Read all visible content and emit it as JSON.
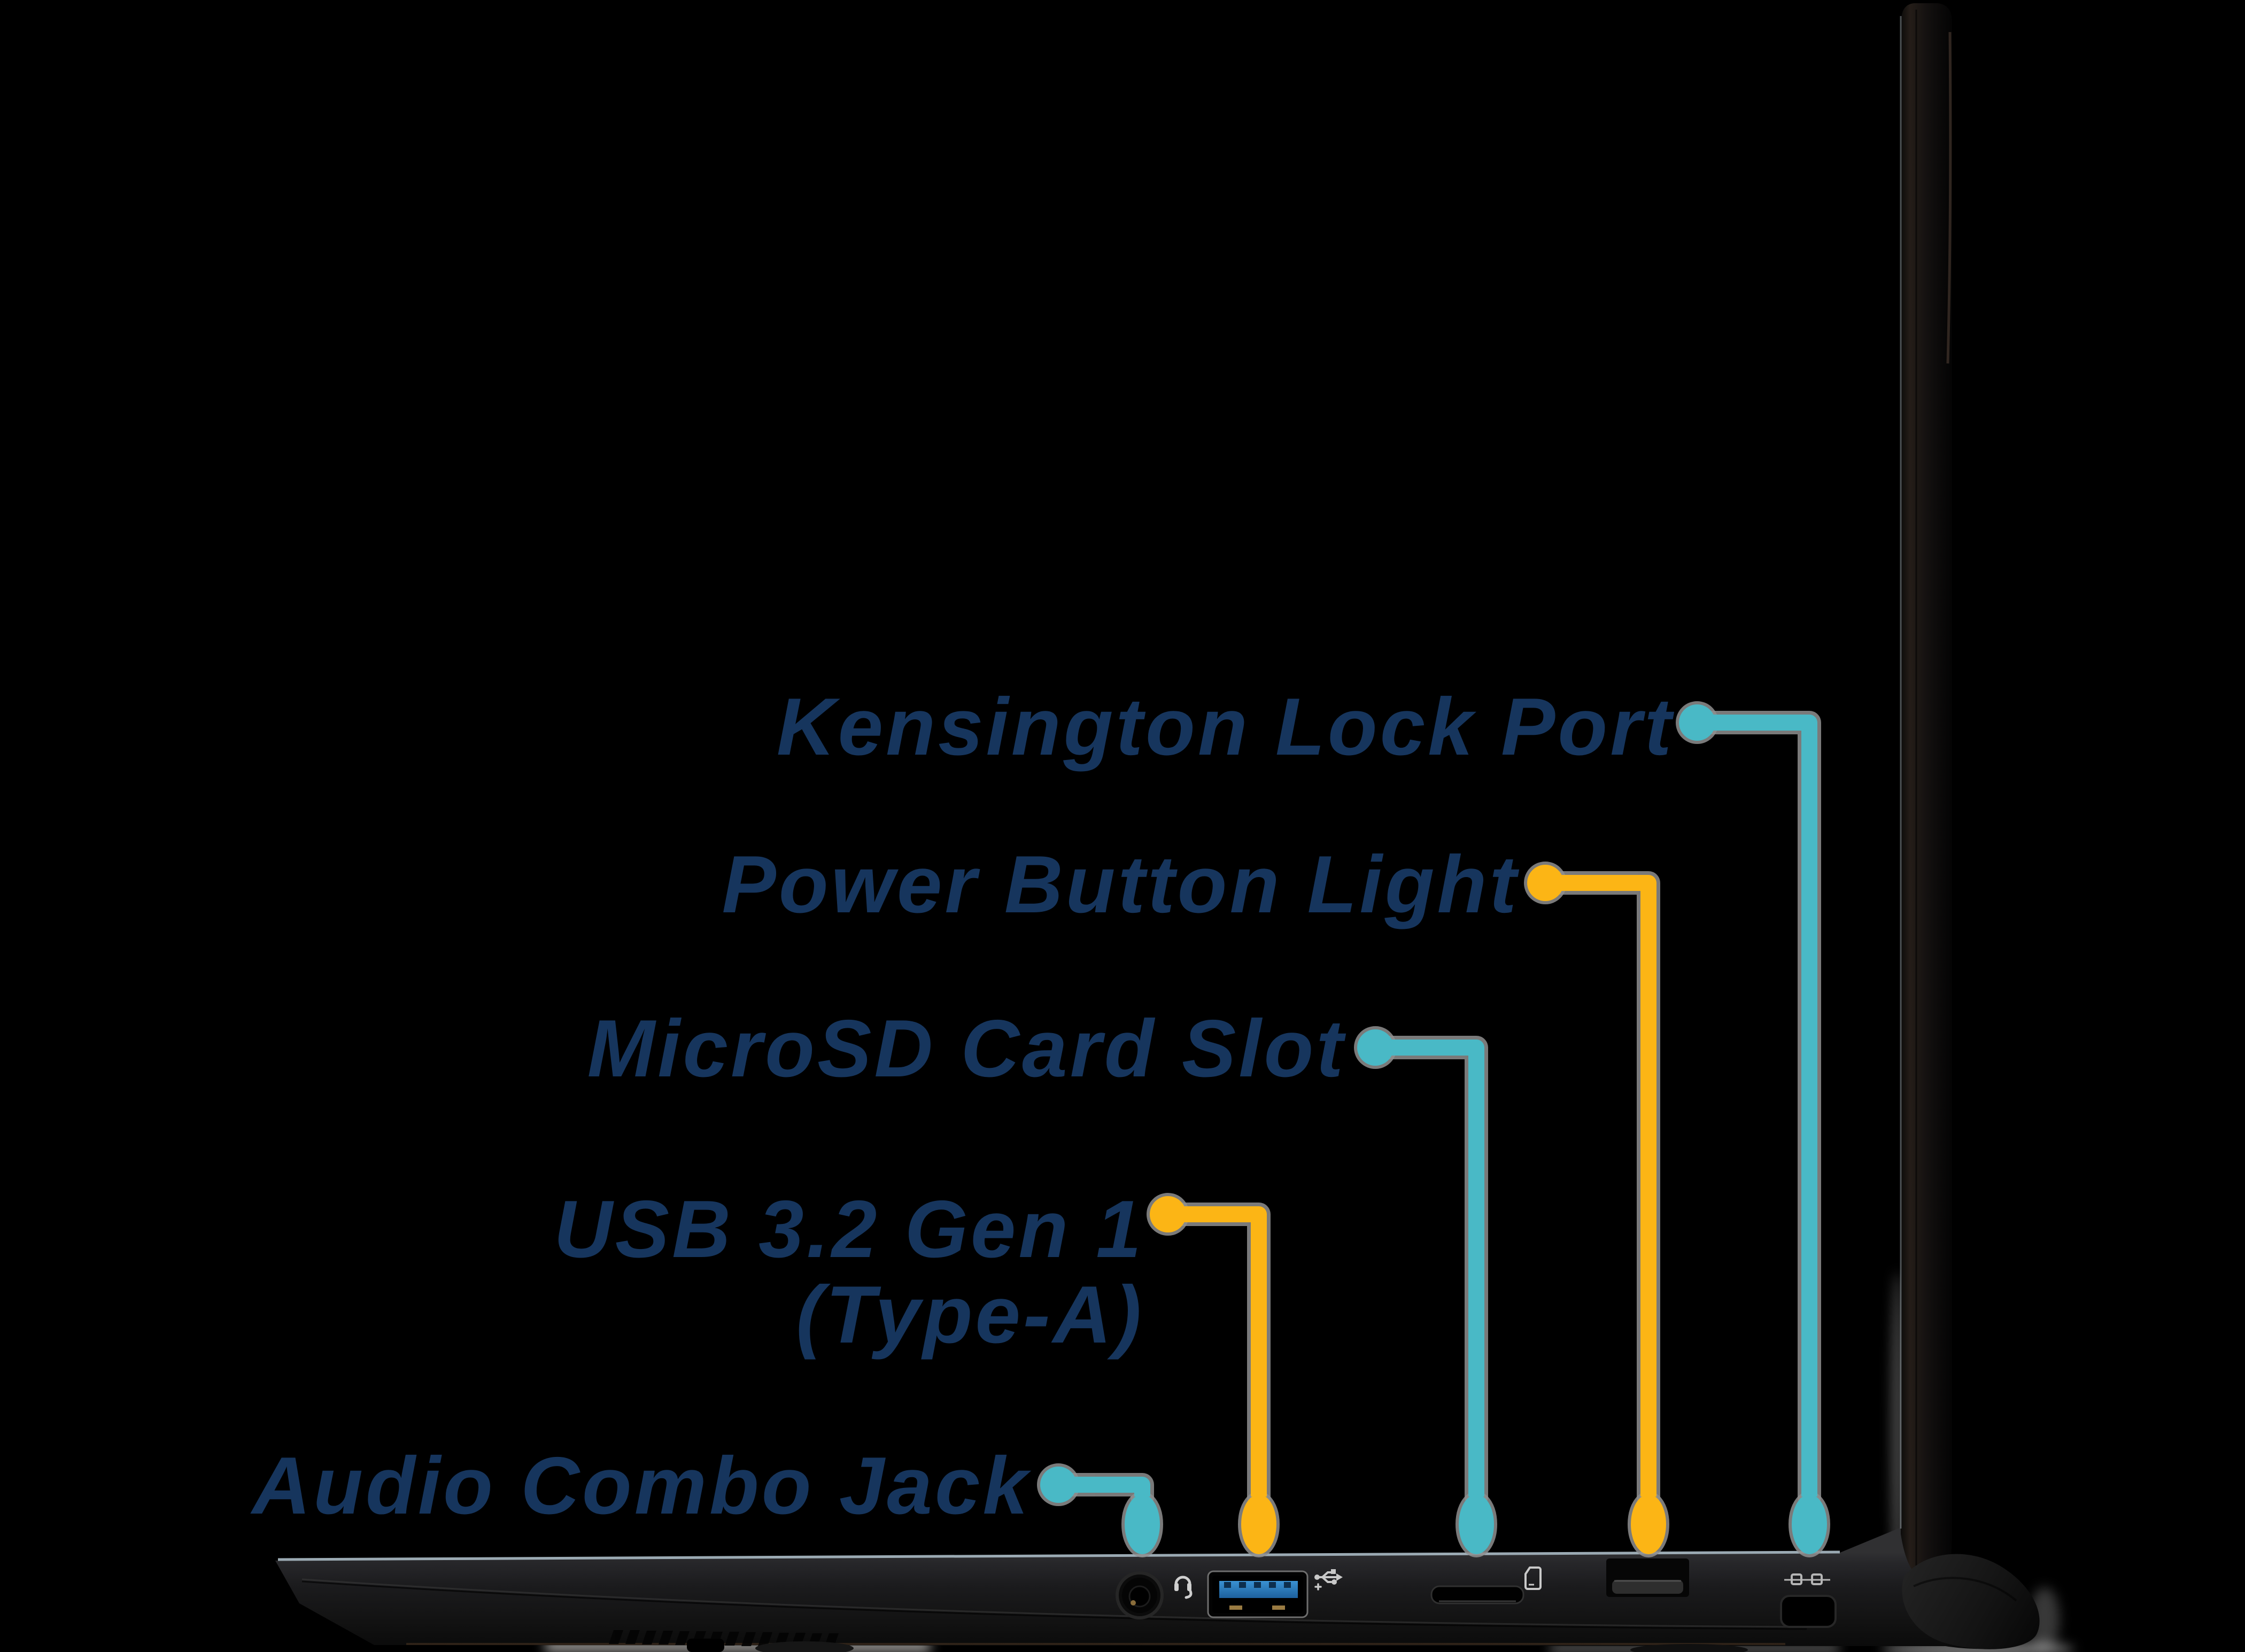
{
  "colors": {
    "background": "#000000",
    "label_navy": "#16355d",
    "accent_teal": "#49b9c6",
    "accent_orange": "#fcb515",
    "callout_halo": "#8f8f8f",
    "edge_highlight": "#c2d4e0",
    "usb_port_blue": "#2f86c8"
  },
  "callouts": {
    "kensington": {
      "label": "Kensington Lock Port",
      "color": "teal"
    },
    "power": {
      "label": "Power Button Light",
      "color": "orange"
    },
    "microsd": {
      "label": "MicroSD Card Slot",
      "color": "teal"
    },
    "usb": {
      "label": "USB 3.2 Gen 1",
      "label2": "(Type-A)",
      "color": "orange"
    },
    "audio": {
      "label": "Audio Combo Jack",
      "color": "teal"
    }
  },
  "icons": {
    "headphone": "headphone-icon",
    "usb_trident": "usb-icon",
    "sd_card": "sd-card-icon",
    "kensington_lock": "kensington-lock-icon"
  }
}
